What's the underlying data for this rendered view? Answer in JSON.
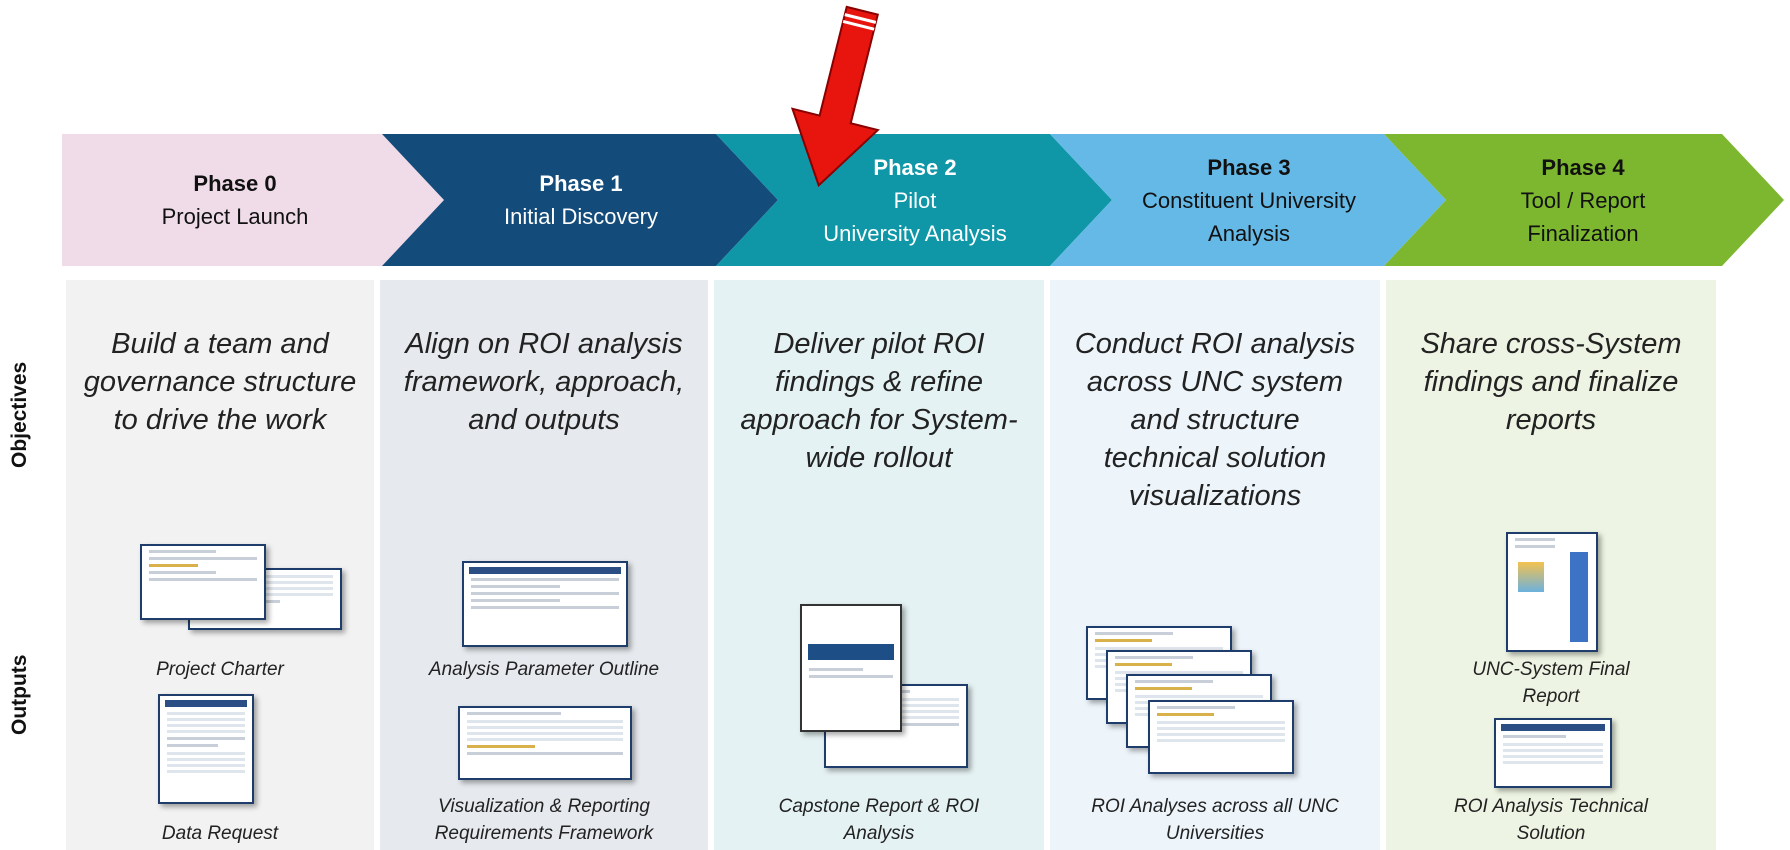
{
  "side_labels": {
    "objectives": "Objectives",
    "outputs": "Outputs"
  },
  "phases": [
    {
      "number": "Phase 0",
      "name_lines": [
        "Project Launch"
      ],
      "color": "#f0dce8",
      "text_color": "#111111"
    },
    {
      "number": "Phase 1",
      "name_lines": [
        "Initial Discovery"
      ],
      "color": "#134b7a",
      "text_color": "#ffffff"
    },
    {
      "number": "Phase 2",
      "name_lines": [
        "Pilot",
        "University Analysis"
      ],
      "color": "#0f97a8",
      "text_color": "#ffffff"
    },
    {
      "number": "Phase 3",
      "name_lines": [
        "Constituent University",
        "Analysis"
      ],
      "color": "#65b9e6",
      "text_color": "#111111"
    },
    {
      "number": "Phase 4",
      "name_lines": [
        "Tool / Report",
        "Finalization"
      ],
      "color": "#7cb72f",
      "text_color": "#111111"
    }
  ],
  "column_colors": [
    "#f2f2f2",
    "#e6eaee",
    "#e5f2f3",
    "#edf5fb",
    "#eef4e3"
  ],
  "objectives": [
    [
      "Build a team and",
      "governance structure",
      "to drive the work"
    ],
    [
      "Align on ROI analysis",
      "framework, approach,",
      "and outputs"
    ],
    [
      "Deliver pilot ROI",
      "findings & refine",
      "approach for System-",
      "wide rollout"
    ],
    [
      "Conduct ROI analysis",
      "across UNC system",
      "and structure",
      "technical solution",
      "visualizations"
    ],
    [
      "Share cross-System",
      "findings and finalize",
      "reports"
    ]
  ],
  "outputs": {
    "p0_a": "Project Charter",
    "p0_b": "Data Request",
    "p1_a": "Analysis Parameter Outline",
    "p1_b_1": "Visualization & Reporting",
    "p1_b_2": "Requirements Framework",
    "p2_a_1": "Capstone Report & ROI",
    "p2_a_2": "Analysis",
    "p3_a_1": "ROI Analyses across all UNC",
    "p3_a_2": "Universities",
    "p4_a_1": "UNC-System Final",
    "p4_a_2": "Report",
    "p4_b_1": "ROI Analysis Technical",
    "p4_b_2": "Solution"
  },
  "arrow_color": "#e8150f"
}
